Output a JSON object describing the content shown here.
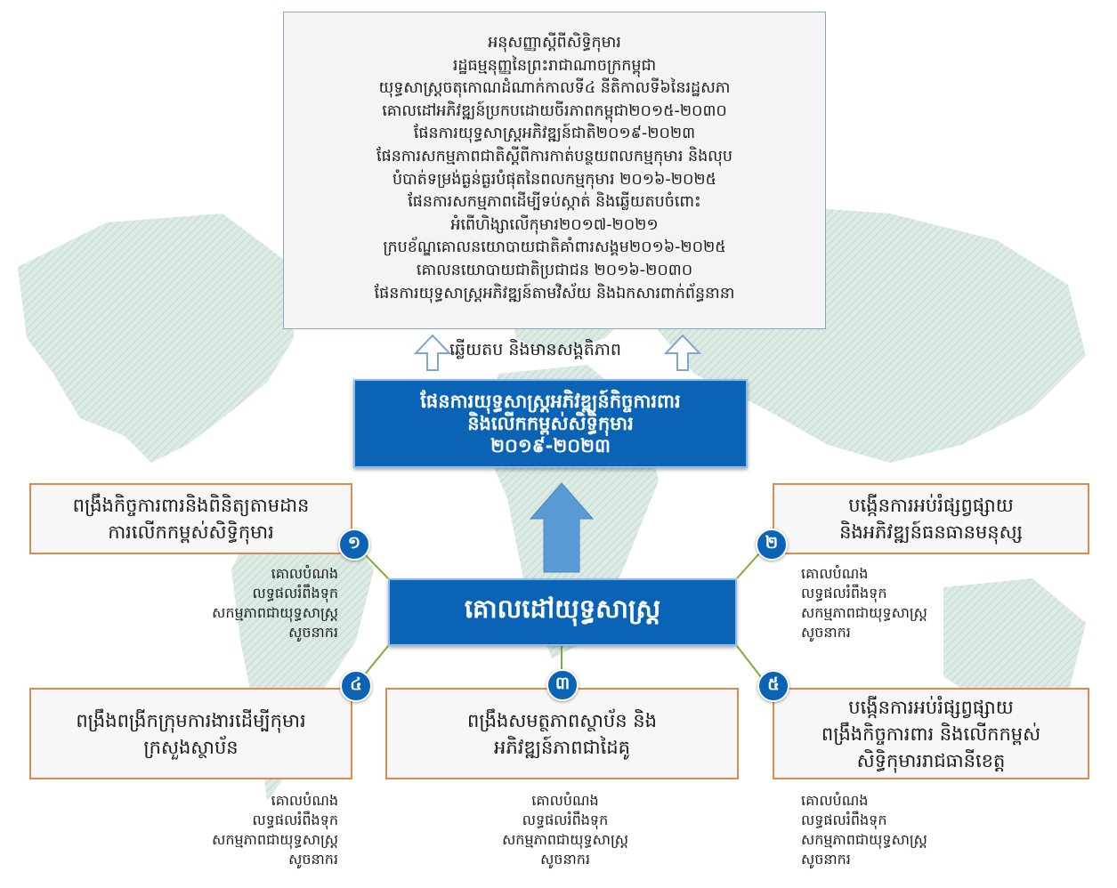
{
  "top_box": {
    "lines": [
      "អនុសញ្ញាស្តីពីសិទ្ធិកុមារ",
      "រដ្ឋធម្មនុញ្ញនៃព្រះរាជាណាចក្រកម្ពុជា",
      "យុទ្ធសាស្រ្តចតុកោណដំណាក់កាលទី៤ នីតិកាលទី៦នៃរដ្ឋសភា",
      "គោលដៅអភិវឌ្ឍន៍ប្រកបដោយចីរភាពកម្ពុជា២០១៥-២០៣០",
      "ផែនការយុទ្ធសាស្រ្តអភិវឌ្ឍន៍ជាតិ២០១៩-២០២៣",
      "ផែនការសកម្មភាពជាតិស្តីពីការកាត់បន្ថយពលកម្មកុមារ និងលុប",
      "បំបាត់ទម្រង់ធ្ងន់ធ្ងរបំផុតនៃពលកម្មកុមារ ២០១៦-២០២៥",
      "ផែនការសកម្មភាពដើម្បីទប់ស្កាត់ និងឆ្លើយតបចំពោះ",
      "អំពើហិង្សាលើកុមារ២០១៧-២០២១",
      "ក្របខ័ណ្ឌគោលនយោបាយជាតិគាំពារសង្គម២០១៦-២០២៥",
      "គោលនយោបាយជាតិប្រជាជន ២០១៦-២០៣០",
      "ផែនការយុទ្ធសាស្រ្តអភិវឌ្ឍន៍តាមវិស័យ និងឯកសារពាក់ព័ន្ធនានា"
    ]
  },
  "response_label": "ឆ្លើយតប និងមានសង្គតិភាព",
  "plan_box": {
    "lines": [
      "ផែនការយុទ្ធសាស្រ្តអភិវឌ្ឍន៍កិច្ចការពារ",
      "និងលើកកម្ពស់សិទ្ធិកុមារ",
      "២០១៩-២០២៣"
    ]
  },
  "strategy_box": {
    "label": "គោលដៅយុទ្ធសាស្រ្ត"
  },
  "objectives": {
    "o1": {
      "number": "១",
      "lines": [
        "ពង្រឹងកិច្ចការពារនិងពិនិត្យតាមដាន",
        "ការលើកកម្ពស់សិទ្ធិកុមារ"
      ]
    },
    "o2": {
      "number": "២",
      "lines": [
        "បង្កើនការអប់រំផ្សព្វផ្សាយ",
        "និងអភិវឌ្ឍន៍ធនធានមនុស្ស"
      ]
    },
    "o3": {
      "number": "៣",
      "lines": [
        "ពង្រឹងសមត្ថភាពស្ថាប័ន និង",
        "អភិវឌ្ឍន៍ភាពជាដៃគូ"
      ]
    },
    "o4": {
      "number": "៤",
      "lines": [
        "ពង្រឹងពង្រីកក្រុមការងារដើម្បីកុមារ",
        "ក្រសួងស្ថាប័ន"
      ]
    },
    "o5": {
      "number": "៥",
      "lines": [
        "បង្កើនការអប់រំផ្សព្វផ្សាយ",
        "ពង្រឹងកិច្ចការពារ និងលើកកម្ពស់",
        "សិទ្ធិកុមាររាជធានីខេត្ត"
      ]
    }
  },
  "sub_items": [
    "គោលបំណង",
    "លទ្ធផលរំពឹងទុក",
    "សកម្មភាពជាយុទ្ធសាស្រ្ត",
    "សូចនាករ"
  ],
  "colors": {
    "accent_blue": "#0a63b5",
    "objective_border": "#e08a4e",
    "arrow_blue": "#5b9bd5",
    "connector_green": "#7fae3a"
  }
}
